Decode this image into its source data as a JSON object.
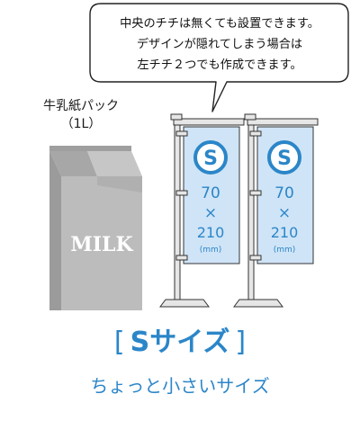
{
  "callout": {
    "lines": [
      "中央のチチは無くても設置できます。",
      "デザインが隠れてしまう場合は",
      "左チチ２つでも作成できます。"
    ]
  },
  "carton": {
    "caption_line1": "牛乳紙パック",
    "caption_line2": "（1L）",
    "label": "MILK"
  },
  "banners": [
    {
      "size_letter": "S",
      "width_value": "70",
      "times_sign": "×",
      "height_value": "210",
      "unit": "(mm)"
    },
    {
      "size_letter": "S",
      "width_value": "70",
      "times_sign": "×",
      "height_value": "210",
      "unit": "(mm)"
    }
  ],
  "size_heading": {
    "open_bracket": "[",
    "text": "Sサイズ",
    "close_bracket": "]"
  },
  "size_subheading": "ちょっと小さいサイズ",
  "colors": {
    "accent_blue": "#2b86c8",
    "banner_fill": "#cfe4f7",
    "carton_gray": "#b9b9b9",
    "pole_gray": "#e3e3e3",
    "outline": "#333333"
  }
}
